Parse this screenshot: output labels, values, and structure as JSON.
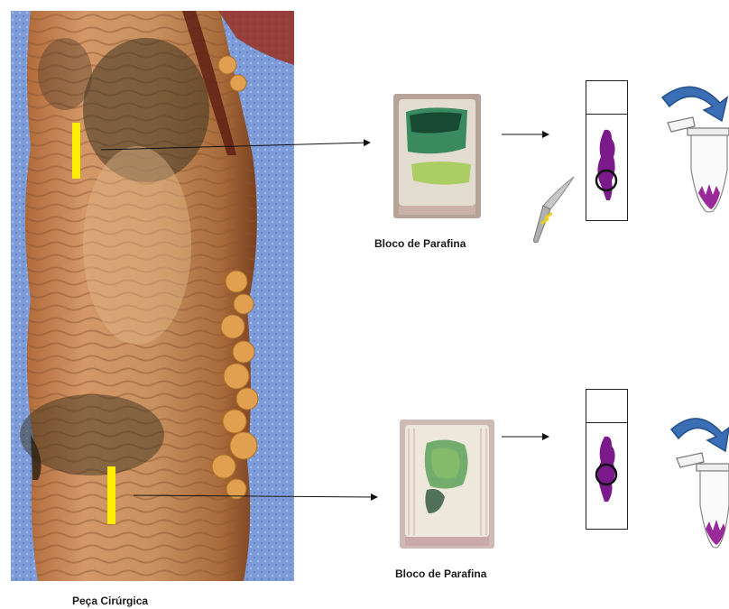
{
  "specimen": {
    "label": "Peça Cirúrgica",
    "colors": {
      "drape": "#7a9ad6",
      "tissue": "#c98a58",
      "mucosa_dark": "#3d3320",
      "fat": "#e0a050",
      "marker": "#ffee00"
    }
  },
  "rows": [
    {
      "block_label": "Bloco de Parafina",
      "stain_color": "#1d7a4a",
      "target_color": "#7b1a8a",
      "has_scalpel": true
    },
    {
      "block_label": "Bloco de Parafina",
      "stain_color": "#4a9a4a",
      "target_color": "#7b1a8a",
      "has_scalpel": false
    }
  ],
  "icons": {
    "arrow": "curved-arrow-icon",
    "tube": "microcentrifuge-tube-icon",
    "scalpel": "scalpel-icon"
  },
  "colors": {
    "curved_arrow": "#3a6fb5",
    "tube_sample": "#9a2a9a"
  }
}
